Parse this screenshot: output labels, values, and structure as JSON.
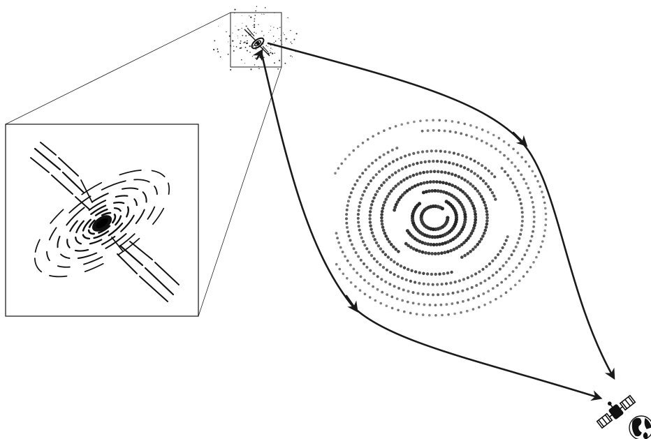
{
  "diagram": {
    "components": [
      {
        "id": "distant-quasar",
        "icon": "accretion-disk-with-jets"
      },
      {
        "id": "zoom-inset",
        "icon": "black-hole-accretion-disk-icon"
      },
      {
        "id": "lensing-galaxy",
        "icon": "spiral-dot-pattern"
      },
      {
        "id": "observer",
        "icon": "satellite-and-earth-icon"
      }
    ],
    "light_paths": [
      {
        "from": "distant-quasar",
        "to": "observer",
        "route": "upper-right"
      },
      {
        "from": "distant-quasar",
        "to": "observer",
        "route": "lower-left"
      }
    ],
    "colors": {
      "ink": "#1a1a1a",
      "background": "#ffffff"
    }
  }
}
